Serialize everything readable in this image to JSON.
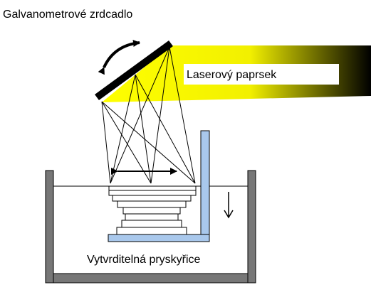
{
  "labels": {
    "mirror": "Galvanometrové zrdcadlo",
    "laser": "Laserový paprsek",
    "resin": "Vytvrditelná pryskyřice"
  },
  "colors": {
    "beam_start": "#ffff00",
    "beam_end": "#000000",
    "platform": "#a9c8ec",
    "vat_wall": "#777777",
    "mirror": "#000000"
  },
  "icons": {
    "mirror_rotation": "curved-double-arrow-icon",
    "scan_direction": "horizontal-double-arrow-icon",
    "platform_motion": "down-arrow-icon"
  }
}
